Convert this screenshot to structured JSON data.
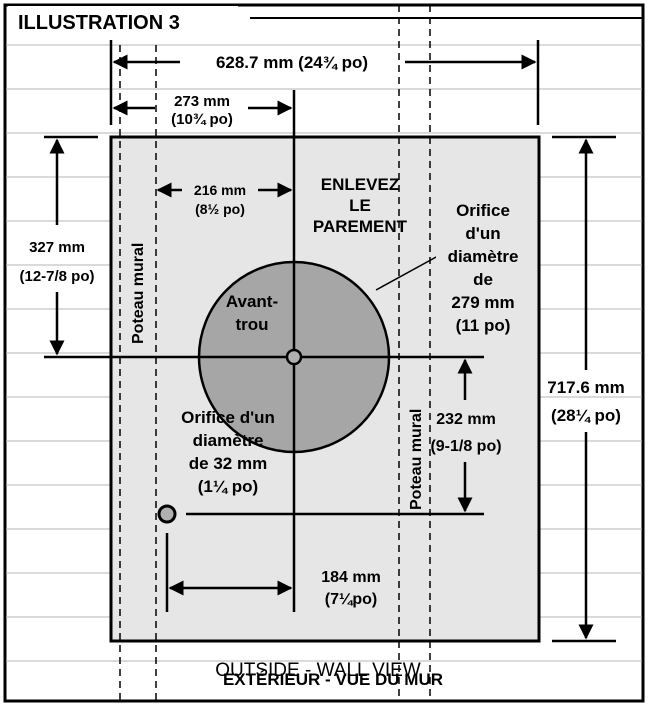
{
  "title": "ILLUSTRATION 3",
  "colors": {
    "ink": "#000000",
    "panel": "#e6e6e6",
    "hole": "#a6a6a6",
    "paper": "#ffffff",
    "siding_line": "#b0b0b0"
  },
  "dimensions": {
    "overall_width": "628.7 mm (24¾ po)",
    "to_center_line1": "273 mm",
    "to_center_line2": "(10¾ po)",
    "stud_to_center_line1": "216 mm",
    "stud_to_center_line2": "(8½ po)",
    "top_to_center_line1": "327 mm",
    "top_to_center_line2": "(12-7/8 po)",
    "center_to_small_line1": "232 mm",
    "center_to_small_line2": "(9-1/8 po)",
    "small_to_center_line1": "184 mm",
    "small_to_center_line2": "(7¼po)",
    "overall_height_line1": "717.6 mm",
    "overall_height_line2": "(28¼ po)"
  },
  "labels": {
    "remove_siding": [
      "ENLEVEZ",
      "LE",
      "PAREMENT"
    ],
    "large_hole": [
      "Orifice",
      "d'un",
      "diamètre",
      "de",
      "279 mm",
      "(11 po)"
    ],
    "pilot_hole": [
      "Avant-",
      "trou"
    ],
    "small_hole": [
      "Orifice d'un",
      "diamètre",
      "de 32 mm",
      "(1¼ po)"
    ],
    "stud_left": "Poteau mural",
    "stud_right": "Poteau mural",
    "footer_french": "EXTÉRIEUR - VUE DU MUR",
    "footer_english": "OUTSIDE - WALL VIEW"
  }
}
